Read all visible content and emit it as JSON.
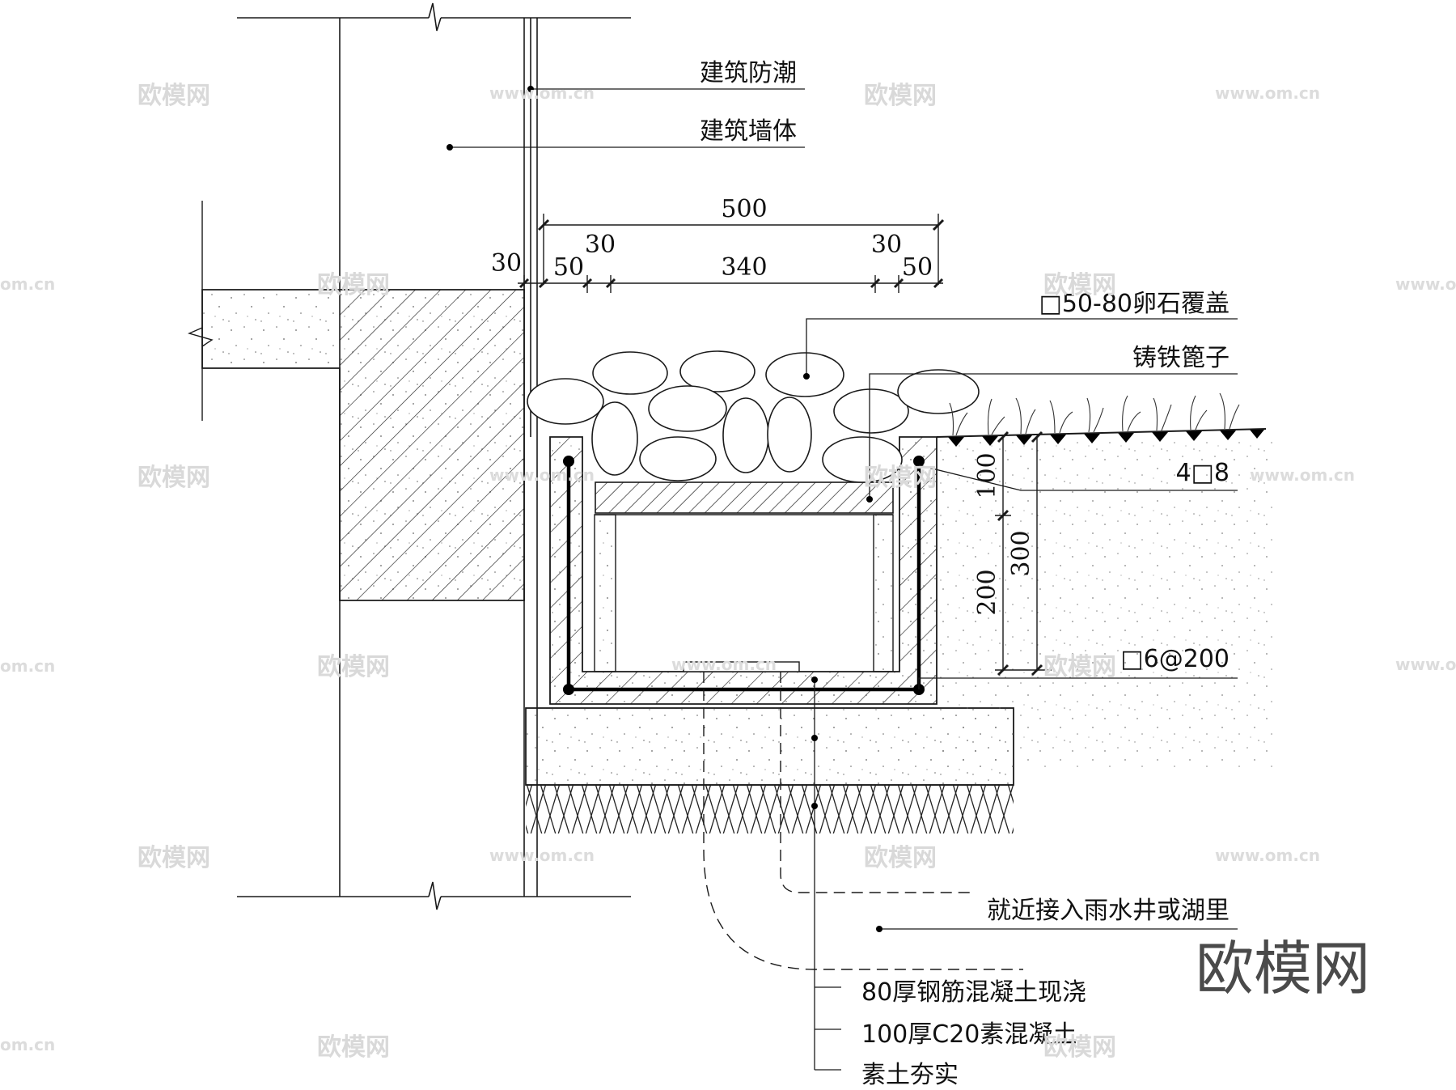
{
  "labels": {
    "moisture_proof": "建筑防潮",
    "building_wall": "建筑墙体",
    "pebble_cover": "□50-80卵石覆盖",
    "cast_iron_grate": "铸铁篦子",
    "rebar_main": "4□8",
    "rebar_stirrup": "□6@200",
    "drain_connect": "就近接入雨水井或湖里",
    "layer_rc": "80厚钢筋混凝土现浇",
    "layer_c20": "100厚C20素混凝土",
    "layer_soil": "素土夯实"
  },
  "dimensions": {
    "total_width": "500",
    "wall_gap": "30",
    "left_wall": "50",
    "left_inner": "30",
    "channel_width": "340",
    "right_inner": "30",
    "right_wall": "50",
    "depth_top": "100",
    "depth_bottom": "200",
    "depth_total": "300"
  },
  "watermark": {
    "text": "欧模网",
    "url": "www.om.cn",
    "url_short": "om.cn",
    "logo": "欧模网"
  },
  "colors": {
    "line": "#1a1a1a",
    "watermark": "#d9d9d9"
  }
}
